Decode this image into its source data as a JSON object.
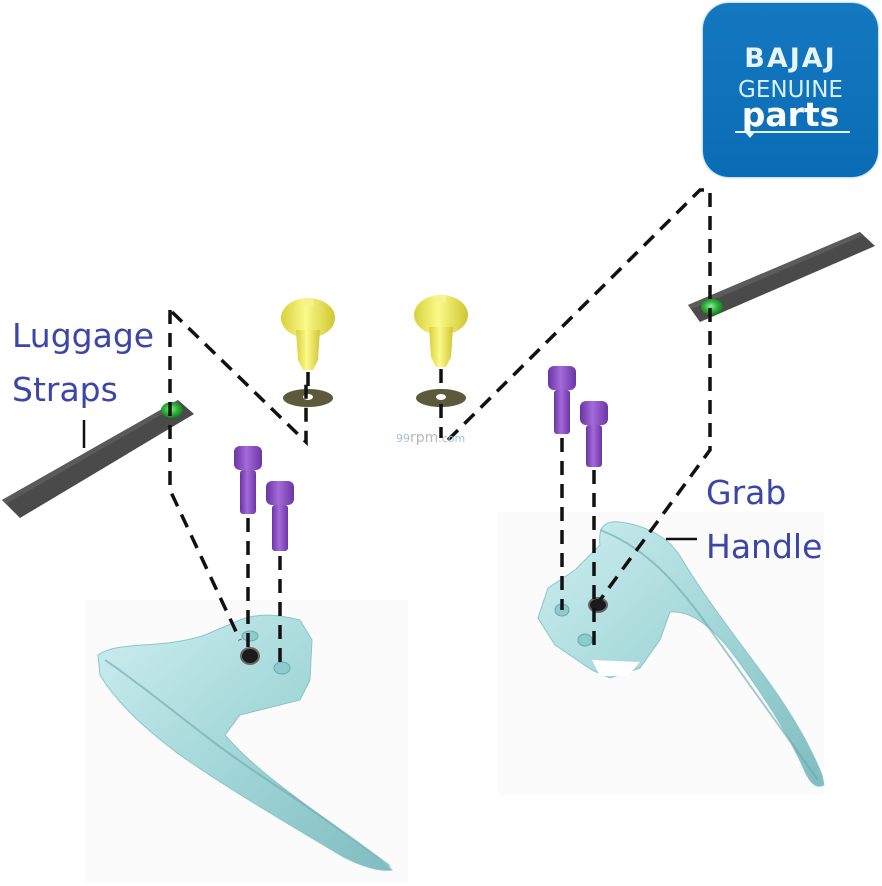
{
  "diagram": {
    "title": "Bajaj grab handle and luggage strap exploded parts diagram",
    "labels": {
      "luggage_straps_line1": "Luggage",
      "luggage_straps_line2": "Straps",
      "grab_handle_line1": "Grab",
      "grab_handle_line2": "Handle"
    },
    "logo": {
      "line1": "BAJAJ",
      "line2": "GENUINE",
      "line3": "parts",
      "background_color": "#0f72ba",
      "text_color": "#e8f4fb"
    },
    "watermark": {
      "prefix": "99",
      "middle": "rpm",
      "suffix": ".com"
    },
    "parts": [
      {
        "id": "luggage-strap-left",
        "name": "Luggage Strap (left)",
        "color": "#4a4a4a",
        "fastener_color": "#2fb33c"
      },
      {
        "id": "luggage-strap-right",
        "name": "Luggage Strap (right)",
        "color": "#4a4a4a",
        "fastener_color": "#2fb33c"
      },
      {
        "id": "clip-screw-left",
        "name": "Yellow clip screw (left)",
        "color": "#f2ef55"
      },
      {
        "id": "clip-screw-right",
        "name": "Yellow clip screw (right)",
        "color": "#f2ef55"
      },
      {
        "id": "washer-left",
        "name": "Washer (left)",
        "color": "#5d5a3c"
      },
      {
        "id": "washer-right",
        "name": "Washer (right)",
        "color": "#5d5a3c"
      },
      {
        "id": "bolt-left-a",
        "name": "Purple socket bolt (left, rear)",
        "color": "#8a48c2"
      },
      {
        "id": "bolt-left-b",
        "name": "Purple socket bolt (left, front)",
        "color": "#8a48c2"
      },
      {
        "id": "bolt-right-a",
        "name": "Purple socket bolt (right, rear)",
        "color": "#8a48c2"
      },
      {
        "id": "bolt-right-b",
        "name": "Purple socket bolt (right, front)",
        "color": "#8a48c2"
      },
      {
        "id": "grab-handle-left",
        "name": "Grab Handle (left)",
        "color": "#a9dcdc"
      },
      {
        "id": "grab-handle-right",
        "name": "Grab Handle (right)",
        "color": "#a9dcdc"
      }
    ],
    "colors": {
      "label_text": "#3b46a8",
      "dash_line": "#111111",
      "handle_fill": "#a9dcdc",
      "handle_shade": "#7fbcc0"
    }
  }
}
